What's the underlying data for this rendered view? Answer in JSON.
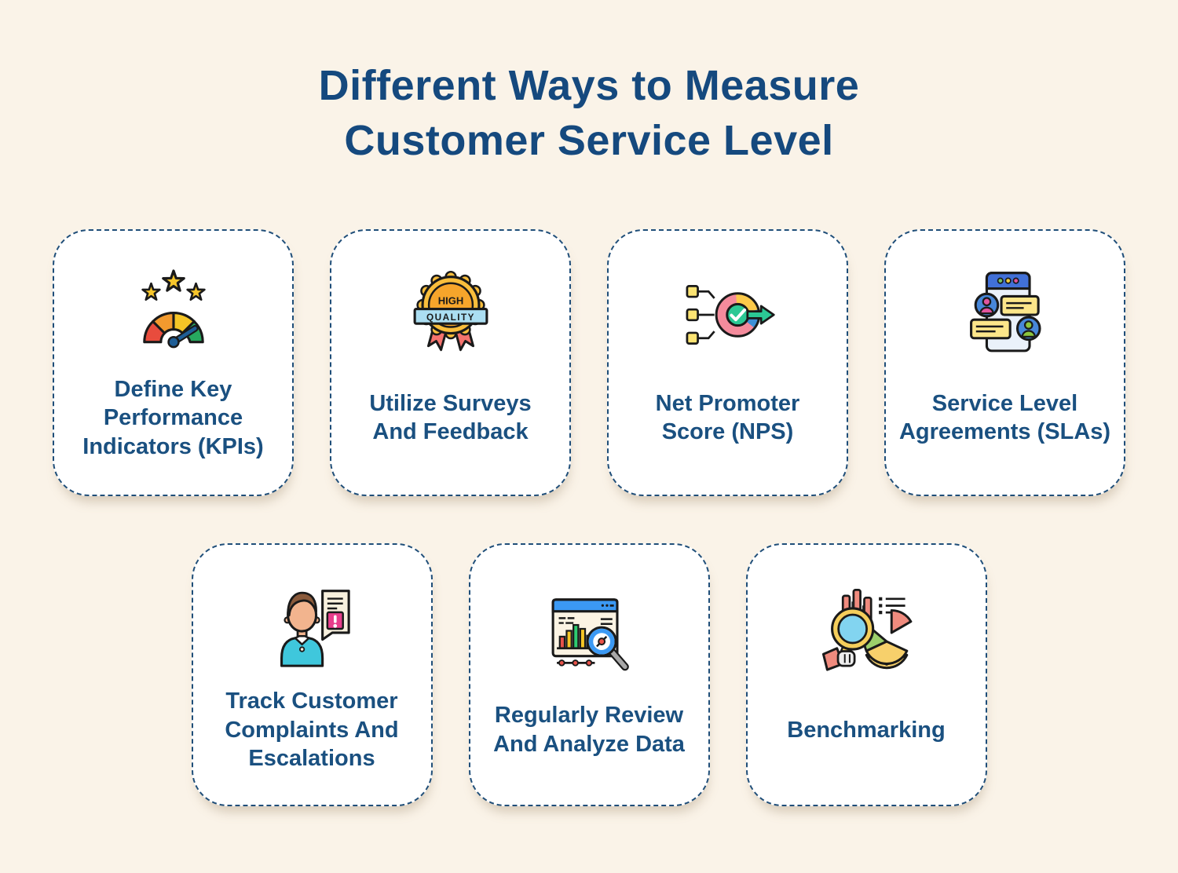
{
  "page": {
    "background_color": "#FAF3E8",
    "accent_color": "#15497E",
    "card_border_color": "#1F4E79",
    "card_background": "#FFFFFF"
  },
  "title": {
    "text": "Different Ways to Measure\nCustomer Service Level"
  },
  "badge_icon_text": {
    "top": "HIGH",
    "banner": "QUALITY"
  },
  "cards": [
    {
      "label": "Define Key\nPerformance\nIndicators (KPIs)",
      "icon": "kpi-gauge-icon"
    },
    {
      "label": "Utilize Surveys\nAnd Feedback",
      "icon": "high-quality-badge-icon"
    },
    {
      "label": "Net Promoter\nScore (NPS)",
      "icon": "nps-score-icon"
    },
    {
      "label": "Service Level\nAgreements (SLAs)",
      "icon": "sla-chat-window-icon"
    },
    {
      "label": "Track Customer\nComplaints And\nEscalations",
      "icon": "customer-complaint-icon"
    },
    {
      "label": "Regularly Review\nAnd Analyze Data",
      "icon": "data-analysis-icon"
    },
    {
      "label": "Benchmarking",
      "icon": "benchmarking-icon"
    }
  ]
}
